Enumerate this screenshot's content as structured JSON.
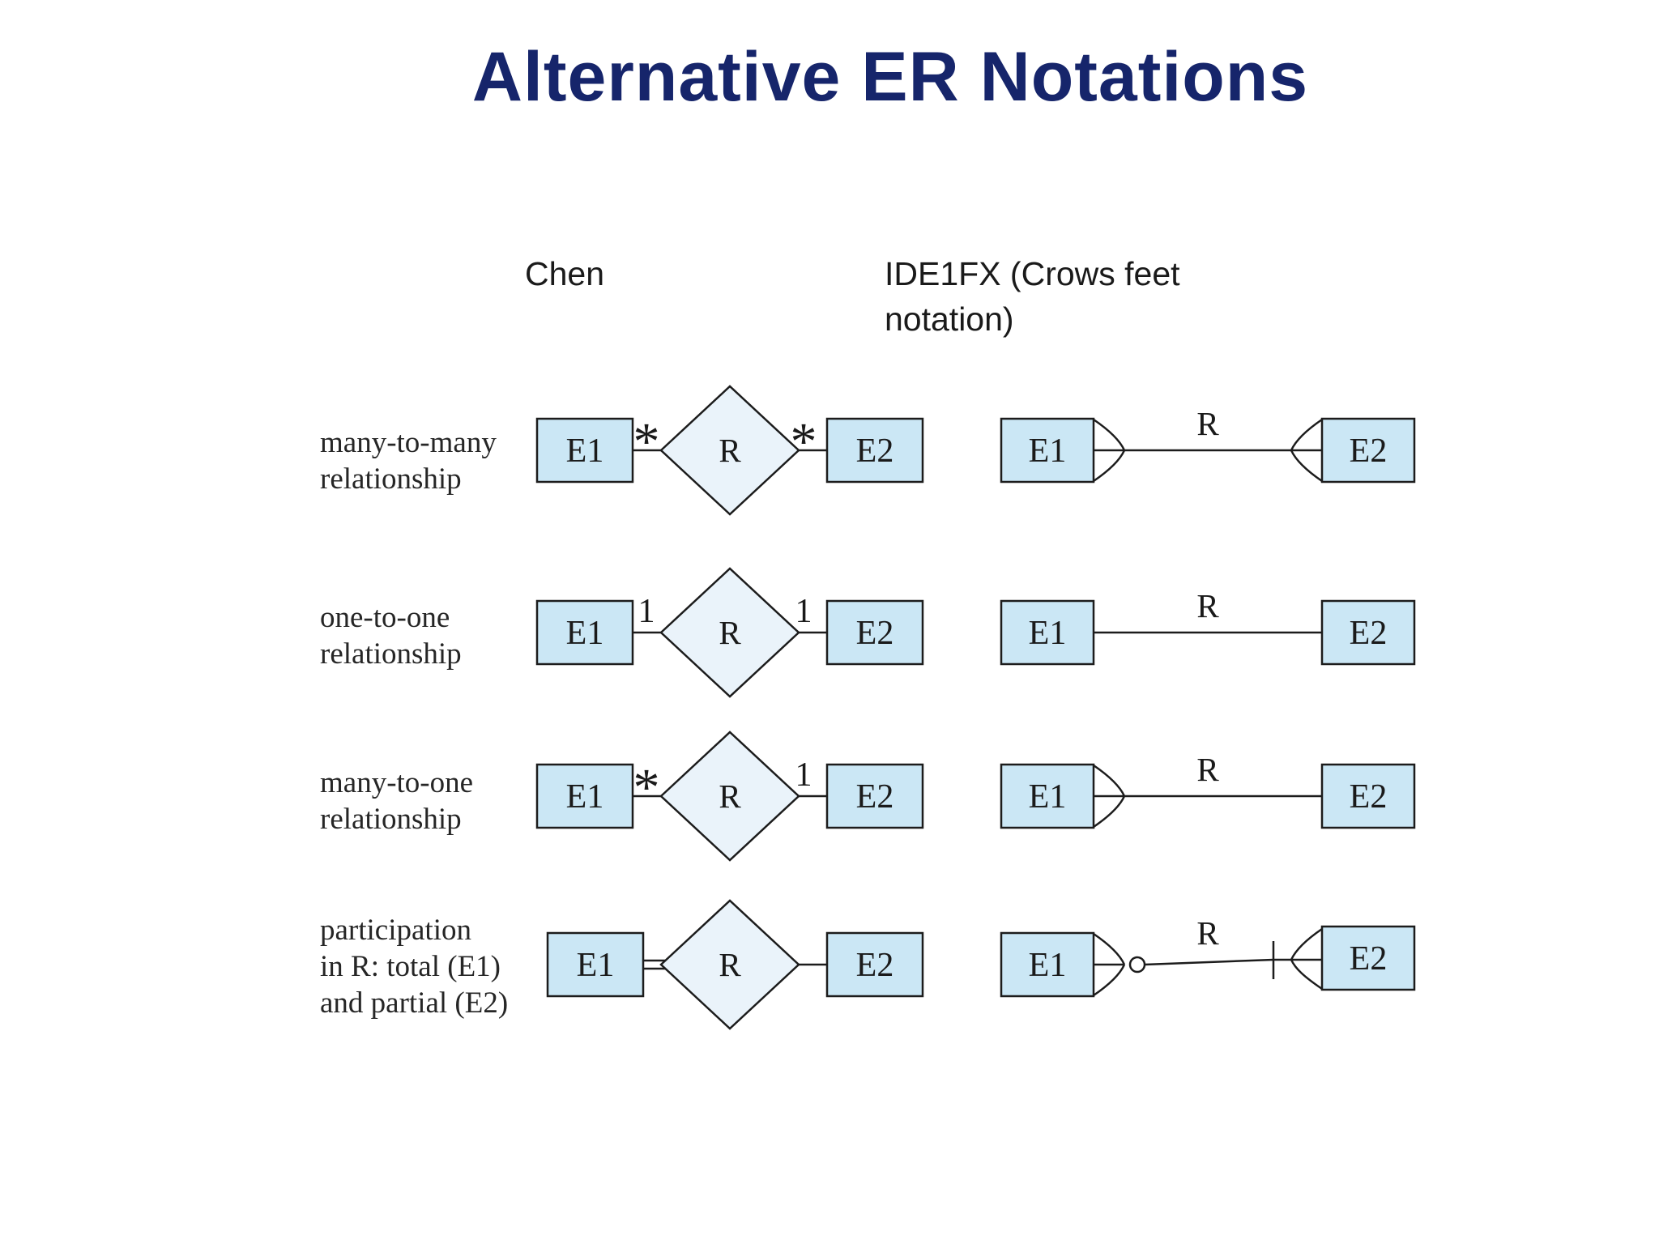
{
  "title": "Alternative ER Notations",
  "columns": {
    "chen": "Chen",
    "crows_line1": "IDE1FX (Crows feet",
    "crows_line2": "notation)"
  },
  "colors": {
    "title": "#16256b",
    "box_fill": "#cbe7f5",
    "diamond_fill": "#eaf3fa",
    "stroke": "#1c1c1c"
  },
  "rows": [
    {
      "label_lines": [
        "many-to-many",
        "relationship"
      ],
      "e1": "E1",
      "e2": "E2",
      "r": "R",
      "chen": {
        "left_card": "*",
        "right_card": "*",
        "left_link": "single",
        "right_link": "single"
      },
      "crows": {
        "r": "R",
        "left_end": "many",
        "right_end": "many"
      }
    },
    {
      "label_lines": [
        "one-to-one",
        "relationship"
      ],
      "e1": "E1",
      "e2": "E2",
      "r": "R",
      "chen": {
        "left_card": "1",
        "right_card": "1",
        "left_link": "single",
        "right_link": "single"
      },
      "crows": {
        "r": "R",
        "left_end": "one",
        "right_end": "one"
      }
    },
    {
      "label_lines": [
        "many-to-one",
        "relationship"
      ],
      "e1": "E1",
      "e2": "E2",
      "r": "R",
      "chen": {
        "left_card": "*",
        "right_card": "1",
        "left_link": "single",
        "right_link": "single"
      },
      "crows": {
        "r": "R",
        "left_end": "many",
        "right_end": "one"
      }
    },
    {
      "label_lines": [
        "participation",
        "in R: total (E1)",
        "and partial (E2)"
      ],
      "e1": "E1",
      "e2": "E2",
      "r": "R",
      "chen": {
        "left_card": "",
        "right_card": "",
        "left_link": "double (total)",
        "right_link": "single (partial)"
      },
      "crows": {
        "r": "R",
        "left_end": "zero-or-many",
        "right_end": "one-or-many"
      }
    }
  ]
}
